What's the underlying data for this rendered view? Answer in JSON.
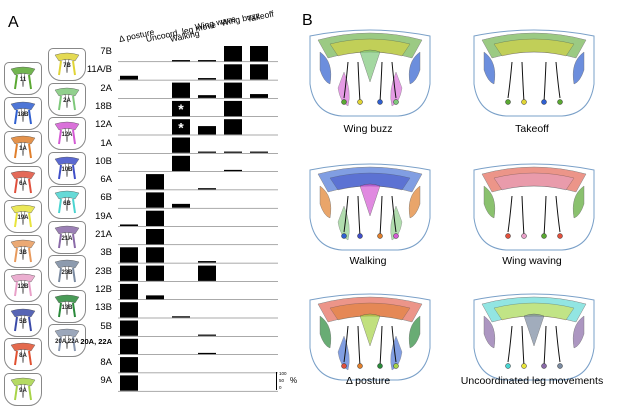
{
  "panel_a": {
    "letter": "A",
    "columns": [
      "Δ posture",
      "Uncoord. leg move",
      "Walking",
      "Wing wave",
      "Wing buzz",
      "Takeoff"
    ],
    "rows": [
      "7B",
      "11A/B",
      "2A",
      "18B",
      "12A",
      "1A",
      "10B",
      "6A",
      "6B",
      "19A",
      "21A",
      "3B",
      "23B",
      "12B",
      "13B",
      "5B",
      "20A, 22A",
      "8A",
      "9A"
    ],
    "star_symbol": "*",
    "star_cells": [
      {
        "row": "18B",
        "column": "Walking"
      },
      {
        "row": "12A",
        "column": "Walking"
      }
    ],
    "thumbnails": [
      {
        "label": "11",
        "color": "#5aa832"
      },
      {
        "label": "7B",
        "color": "#e0d435"
      },
      {
        "label": "18B",
        "color": "#2f5fd0"
      },
      {
        "label": "2A",
        "color": "#7ec87a"
      },
      {
        "label": "1A",
        "color": "#e07f2c"
      },
      {
        "label": "12A",
        "color": "#d45ad4"
      },
      {
        "label": "6A",
        "color": "#e0503c"
      },
      {
        "label": "10B",
        "color": "#3f4fc8"
      },
      {
        "label": "19A",
        "color": "#e8e43c"
      },
      {
        "label": "6B",
        "color": "#4ad4d0"
      },
      {
        "label": "3B",
        "color": "#e89a5c"
      },
      {
        "label": "21A",
        "color": "#8a6aa8"
      },
      {
        "label": "12B",
        "color": "#e8a0c8"
      },
      {
        "label": "23B",
        "color": "#7a8aa0"
      },
      {
        "label": "5B",
        "color": "#3a4aa8"
      },
      {
        "label": "13B",
        "color": "#2a8a3a"
      },
      {
        "label": "8A",
        "color": "#e05030"
      },
      {
        "label": "20A,22A",
        "color": "#8a98b0"
      },
      {
        "label": "9A",
        "color": "#a8d448"
      }
    ],
    "scale_labels": [
      "100",
      "50",
      "0",
      "%"
    ]
  },
  "heatmap_data": {
    "type": "heatmap",
    "rows": [
      "7B",
      "11A/B",
      "2A",
      "18B",
      "12A",
      "1A",
      "10B",
      "6A",
      "6B",
      "19A",
      "21A",
      "3B",
      "23B",
      "12B",
      "13B",
      "5B",
      "20A, 22A",
      "8A",
      "9A"
    ],
    "columns": [
      "Δ posture",
      "Uncoord. leg move",
      "Walking",
      "Wing wave",
      "Wing buzz",
      "Takeoff"
    ],
    "scale_max_percent": 100,
    "values": [
      [
        0,
        0,
        8,
        8,
        100,
        100
      ],
      [
        25,
        0,
        0,
        10,
        100,
        100
      ],
      [
        0,
        0,
        100,
        18,
        100,
        25
      ],
      [
        0,
        0,
        100,
        0,
        100,
        0
      ],
      [
        0,
        0,
        100,
        55,
        100,
        0
      ],
      [
        0,
        0,
        100,
        8,
        8,
        8
      ],
      [
        0,
        0,
        100,
        0,
        8,
        0
      ],
      [
        0,
        100,
        0,
        8,
        0,
        0
      ],
      [
        0,
        100,
        25,
        0,
        0,
        0
      ],
      [
        10,
        100,
        0,
        0,
        0,
        0
      ],
      [
        0,
        100,
        0,
        0,
        0,
        0
      ],
      [
        100,
        100,
        0,
        10,
        0,
        0
      ],
      [
        100,
        100,
        0,
        100,
        0,
        0
      ],
      [
        100,
        25,
        0,
        0,
        0,
        0
      ],
      [
        100,
        0,
        8,
        0,
        0,
        0
      ],
      [
        100,
        0,
        0,
        8,
        0,
        0
      ],
      [
        100,
        0,
        0,
        8,
        0,
        0
      ],
      [
        100,
        0,
        0,
        0,
        0,
        0
      ],
      [
        100,
        0,
        0,
        0,
        0,
        0
      ]
    ]
  },
  "panel_b": {
    "letter": "B",
    "diagrams": [
      {
        "caption": "Wing buzz",
        "colors": [
          "#5aa832",
          "#e0d435",
          "#2f5fd0",
          "#7ec87a",
          "#d45ad4"
        ]
      },
      {
        "caption": "Takeoff",
        "colors": [
          "#5aa832",
          "#e0d435",
          "#2f5fd0"
        ]
      },
      {
        "caption": "Walking",
        "colors": [
          "#2f5fd0",
          "#3f4fc8",
          "#e07f2c",
          "#d45ad4",
          "#7ec87a"
        ]
      },
      {
        "caption": "Wing waving",
        "colors": [
          "#e0503c",
          "#e8a0c8",
          "#5aa832"
        ]
      },
      {
        "caption": "Δ posture",
        "colors": [
          "#e0503c",
          "#e07f2c",
          "#2a8a3a",
          "#a8d448",
          "#2f5fd0"
        ]
      },
      {
        "caption": "Uncoordinated leg movements",
        "colors": [
          "#4ad4d0",
          "#e8e43c",
          "#8a6aa8",
          "#7a8aa0"
        ]
      }
    ]
  }
}
